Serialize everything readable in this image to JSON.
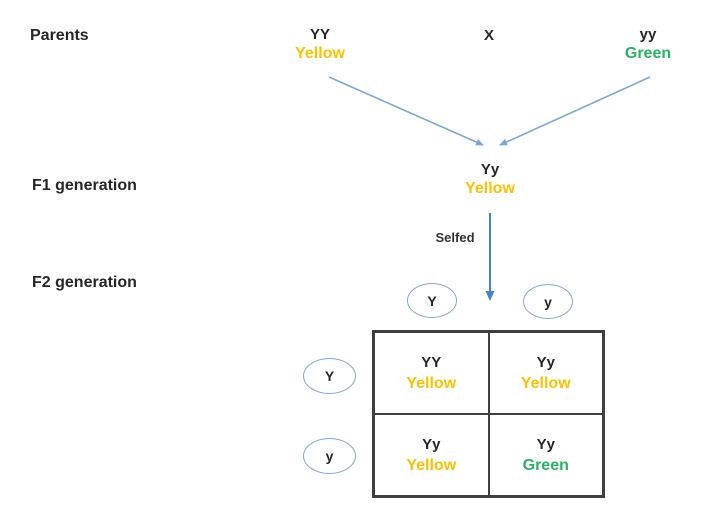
{
  "colors": {
    "yellow": "#FFC000",
    "green": "#27B563",
    "black": "#262626",
    "line_blue": "#7AA7DC",
    "arrow_blue": "#3E85D2",
    "circle_blue": "#7AA7DC",
    "grid_border": "#3F3F3F",
    "selfed_text": "#333333"
  },
  "row_labels": {
    "parents": "Parents",
    "f1": "F1 generation",
    "f2": "F2 generation"
  },
  "parents_row": {
    "left": {
      "genotype": "YY",
      "phenotype": "Yellow",
      "color": "yellow"
    },
    "cross_symbol": "X",
    "right": {
      "genotype": "yy",
      "phenotype": "Green",
      "color": "green"
    }
  },
  "f1_row": {
    "genotype": "Yy",
    "phenotype": "Yellow",
    "color": "yellow",
    "selfed_label": "Selfed"
  },
  "punnett": {
    "top_gametes": [
      "Y",
      "y"
    ],
    "side_gametes": [
      "Y",
      "y"
    ],
    "cells": [
      {
        "genotype": "YY",
        "phenotype": "Yellow",
        "color": "yellow"
      },
      {
        "genotype": "Yy",
        "phenotype": "Yellow",
        "color": "yellow"
      },
      {
        "genotype": "Yy",
        "phenotype": "Yellow",
        "color": "yellow"
      },
      {
        "genotype": "Yy",
        "phenotype": "Green",
        "color": "green"
      }
    ]
  }
}
